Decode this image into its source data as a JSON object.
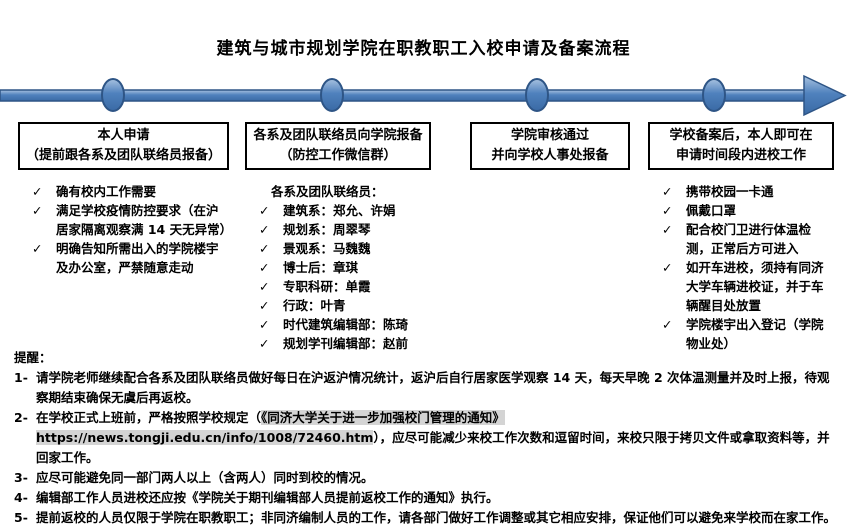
{
  "title": "建筑与城市规划学院在职教职工入校申请及备案流程",
  "check_glyph": "✓",
  "colors": {
    "timeline_fill": "#4f81bd",
    "timeline_light": "#a8c2e0",
    "timeline_dark": "#3a6aa5",
    "timeline_border": "#2e5586",
    "highlight_bg": "#d4d4d4"
  },
  "steps": [
    {
      "box_lines": [
        "本人申请",
        "（提前跟各系及团队联络员报备）"
      ],
      "intro": "",
      "bullets": [
        "确有校内工作需要",
        "满足学校疫情防控要求（在沪居家隔离观察满 14 天无异常）",
        "明确告知所需出入的学院楼宇及办公室，严禁随意走动"
      ]
    },
    {
      "box_lines": [
        "各系及团队联络员向学院报备",
        "（防控工作微信群）"
      ],
      "intro": "各系及团队联络员：",
      "bullets": [
        "建筑系：郑允、许娟",
        "规划系：周翠琴",
        "景观系：马魏魏",
        "博士后：章琪",
        "专职科研：单霞",
        "行政：叶青",
        "时代建筑编辑部：陈琦",
        "规划学刊编辑部：赵前"
      ]
    },
    {
      "box_lines": [
        "学院审核通过",
        "并向学校人事处报备"
      ],
      "intro": "",
      "bullets": []
    },
    {
      "box_lines": [
        "学校备案后，本人即可在",
        "申请时间段内进校工作"
      ],
      "intro": "",
      "bullets": [
        "携带校园一卡通",
        "佩戴口罩",
        "配合校门卫进行体温检测，正常后方可进入",
        "如开车进校，须持有同济大学车辆进校证，并于车辆醒目处放置",
        "学院楼宇出入登记（学院物业处）"
      ]
    }
  ],
  "reminders": {
    "heading": "提醒：",
    "items": [
      {
        "num": "1-",
        "pre": "请学院老师继续配合各系及团队联络员做好每日在沪返沪情况统计，返沪后自行居家医学观察 14 天，每天早晚 2 次体温测量并及时上报，待观察期结束确保无虞后再返校。",
        "highlight": "",
        "post": ""
      },
      {
        "num": "2-",
        "pre": "在学校正式上班前，严格按照学校规定（",
        "highlight": "《同济大学关于进一步加强校门管理的通知》https://news.tongji.edu.cn/info/1008/72460.htm",
        "post": "），应尽可能减少来校工作次数和逗留时间，来校只限于拷贝文件或拿取资料等，并回家工作。"
      },
      {
        "num": "3-",
        "pre": "应尽可能避免同一部门两人以上（含两人）同时到校的情况。",
        "highlight": "",
        "post": ""
      },
      {
        "num": "4-",
        "pre": "编辑部工作人员进校还应按《学院关于期刊编辑部人员提前返校工作的通知》执行。",
        "highlight": "",
        "post": ""
      },
      {
        "num": "5-",
        "pre": "提前返校的人员仅限于学院在职教职工；非同济编制人员的工作，请各部门做好工作调整或其它相应安排，保证他们可以避免来学校而在家工作。",
        "highlight": "",
        "post": ""
      }
    ]
  }
}
